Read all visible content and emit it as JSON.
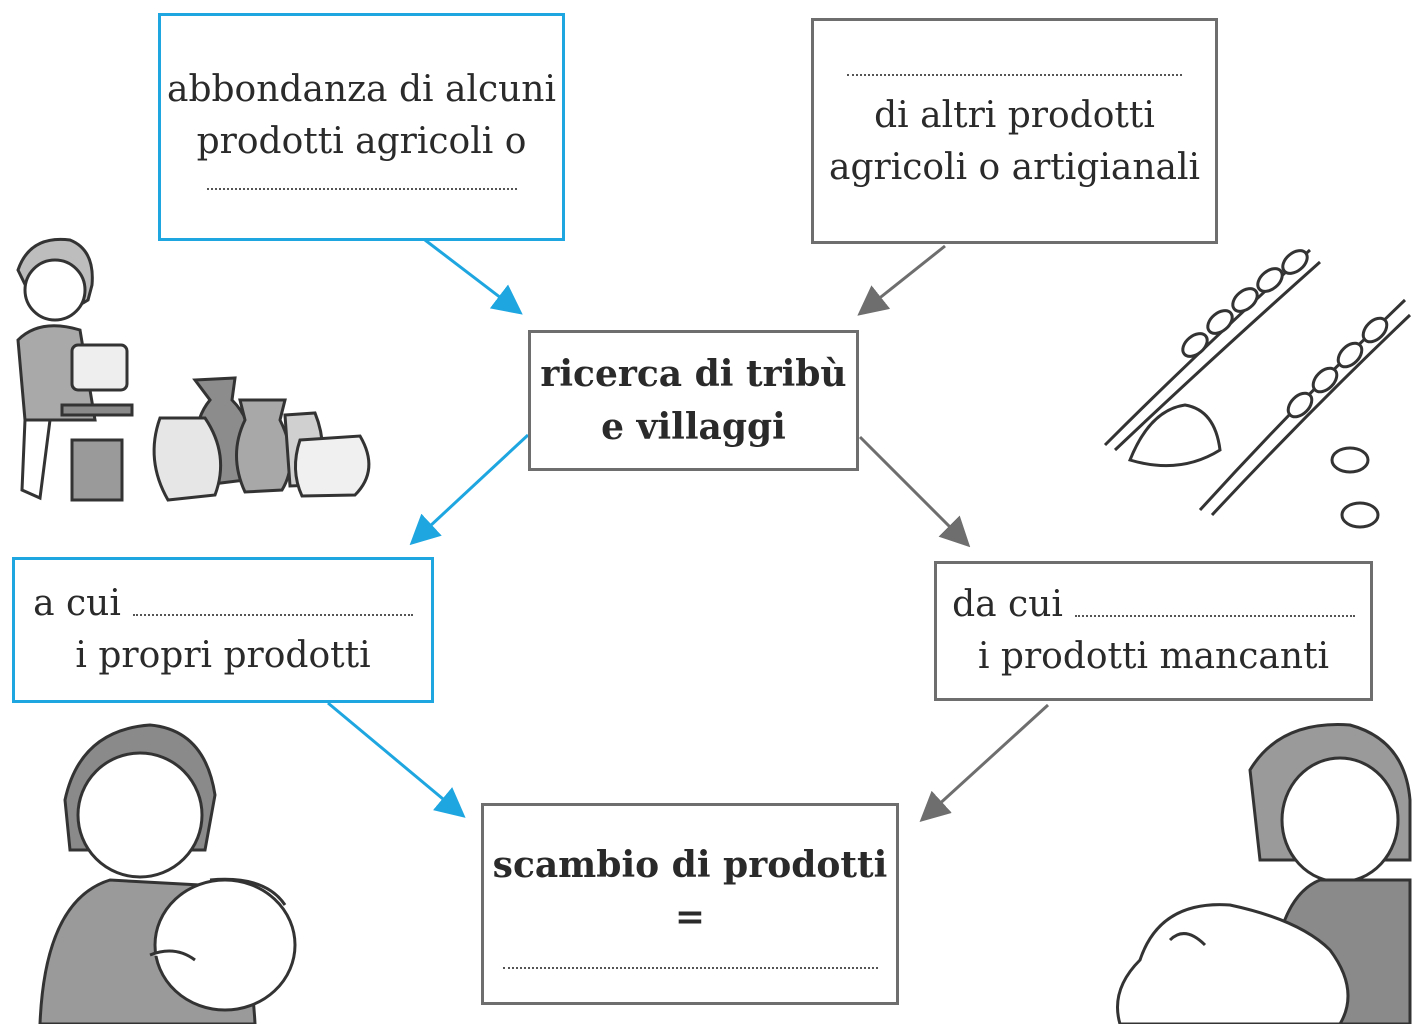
{
  "boxes": {
    "top_left": {
      "line1": "abbondanza di alcuni",
      "line2": "prodotti agricoli o"
    },
    "top_right": {
      "line1": "di altri prodotti",
      "line2": "agricoli o artigianali"
    },
    "center": {
      "line1": "ricerca di tribù",
      "line2": "e villaggi"
    },
    "mid_left": {
      "prefix": "a cui",
      "line2": "i propri prodotti"
    },
    "mid_right": {
      "prefix": "da cui",
      "line2": "i prodotti mancanti"
    },
    "bottom": {
      "line1": "scambio di prodotti",
      "line2": "="
    }
  },
  "colors": {
    "blue": "#1ea6e0",
    "gray": "#6e6e6e"
  },
  "illustrations": [
    "potter-boy",
    "clay-pots",
    "wheat-ears",
    "girl-with-jar",
    "boy-with-sack"
  ]
}
